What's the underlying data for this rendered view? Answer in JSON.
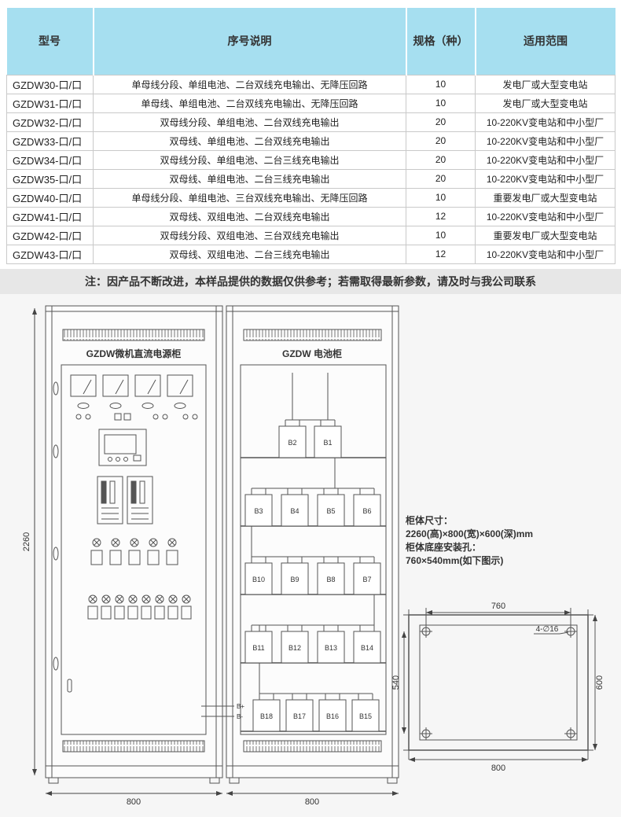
{
  "colors": {
    "table_header_bg": "#a6dff0",
    "line_color": "#555555"
  },
  "spec_table": {
    "header": {
      "col_model": "型号",
      "col_desc": "序号说明",
      "col_spec": "规格（种）",
      "col_range": "适用范围"
    },
    "rows": [
      {
        "model": "GZDW30-口/口",
        "desc": "单母线分段、单组电池、二台双线充电输出、无降压回路",
        "spec": "10",
        "range": "发电厂或大型变电站"
      },
      {
        "model": "GZDW31-口/口",
        "desc": "单母线、单组电池、二台双线充电输出、无降压回路",
        "spec": "10",
        "range": "发电厂或大型变电站"
      },
      {
        "model": "GZDW32-口/口",
        "desc": "双母线分段、单组电池、二台双线充电输出",
        "spec": "20",
        "range": "10-220KV变电站和中小型厂"
      },
      {
        "model": "GZDW33-口/口",
        "desc": "双母线、单组电池、二台双线充电输出",
        "spec": "20",
        "range": "10-220KV变电站和中小型厂"
      },
      {
        "model": "GZDW34-口/口",
        "desc": "双母线分段、单组电池、二台三线充电输出",
        "spec": "20",
        "range": "10-220KV变电站和中小型厂"
      },
      {
        "model": "GZDW35-口/口",
        "desc": "双母线、单组电池、二台三线充电输出",
        "spec": "20",
        "range": "10-220KV变电站和中小型厂"
      },
      {
        "model": "GZDW40-口/口",
        "desc": "单母线分段、单组电池、三台双线充电输出、无降压回路",
        "spec": "10",
        "range": "重要发电厂或大型变电站"
      },
      {
        "model": "GZDW41-口/口",
        "desc": "双母线、双组电池、二台双线充电输出",
        "spec": "12",
        "range": "10-220KV变电站和中小型厂"
      },
      {
        "model": "GZDW42-口/口",
        "desc": "双母线分段、双组电池、三台双线充电输出",
        "spec": "10",
        "range": "重要发电厂或大型变电站"
      },
      {
        "model": "GZDW43-口/口",
        "desc": "双母线、双组电池、二台三线充电输出",
        "spec": "12",
        "range": "10-220KV变电站和中小型厂"
      }
    ]
  },
  "note": "注：因产品不断改进，本样品提供的数据仅供参考；若需取得最新参数，请及时与我公司联系",
  "diagram": {
    "power_cabinet": {
      "title": "GZDW微机直流电源柜",
      "height_dim": "2260",
      "width_dim": "800"
    },
    "battery_cabinet": {
      "title": "GZDW 电池柜",
      "width_dim": "800",
      "bus_positive": "B+",
      "bus_negative": "B-",
      "battery_rows": [
        [
          "B2",
          "B1"
        ],
        [
          "B3",
          "B4",
          "B5",
          "B6"
        ],
        [
          "B10",
          "B9",
          "B8",
          "B7"
        ],
        [
          "B11",
          "B12",
          "B13",
          "B14"
        ],
        [
          "B18",
          "B17",
          "B16",
          "B15"
        ]
      ]
    },
    "specs": {
      "line1": "柜体尺寸：",
      "line2": "2260(高)×800(宽)×600(深)mm",
      "line3": "柜体底座安装孔：",
      "line4": "760×540mm(如下图示)"
    },
    "mount": {
      "top_dim": "760",
      "left_dim": "540",
      "right_dim": "600",
      "bottom_dim": "800",
      "holes_label": "4-∅16"
    }
  }
}
